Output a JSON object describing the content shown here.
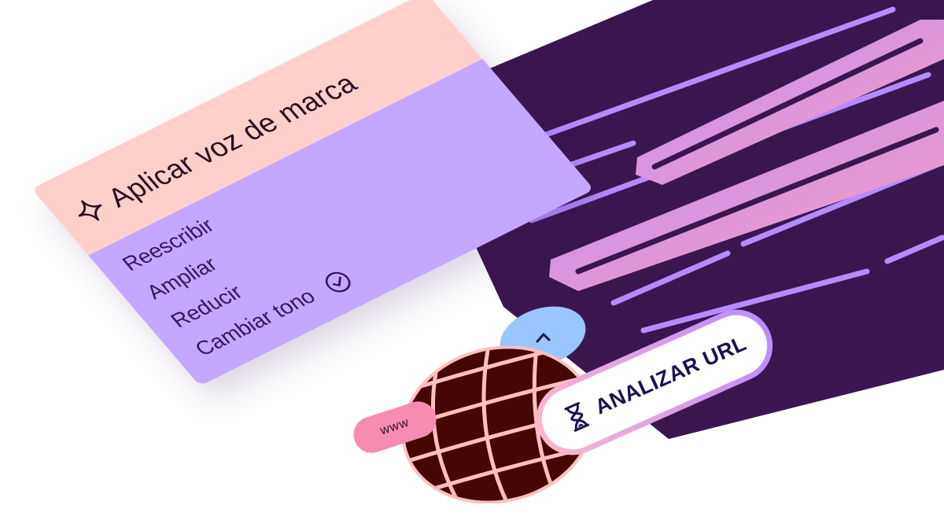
{
  "menu": {
    "title": "Aplicar voz de marca",
    "title_icon": "sparkle-icon",
    "items": [
      {
        "label": "Reescribir"
      },
      {
        "label": "Ampliar"
      },
      {
        "label": "Reducir"
      },
      {
        "label": "Cambiar tono",
        "icon": "check-circle-icon"
      }
    ]
  },
  "badges": {
    "www": "www",
    "analyze_url": "ANALIZAR URL",
    "analyze_icon": "hourglass-icon",
    "bubble_icon": "chevron-up-icon"
  },
  "colors": {
    "panel": "#3a1650",
    "line": "#b58cff",
    "highlight_start": "#b98cff",
    "highlight_end": "#ff9fb8",
    "menu_header": "#ffcfcb",
    "menu_body": "#c4a7ff",
    "globe": "#460606",
    "globe_lines": "#ffc0c0",
    "bubble": "#9ac6ff",
    "www_pill": "#f58cb1"
  }
}
